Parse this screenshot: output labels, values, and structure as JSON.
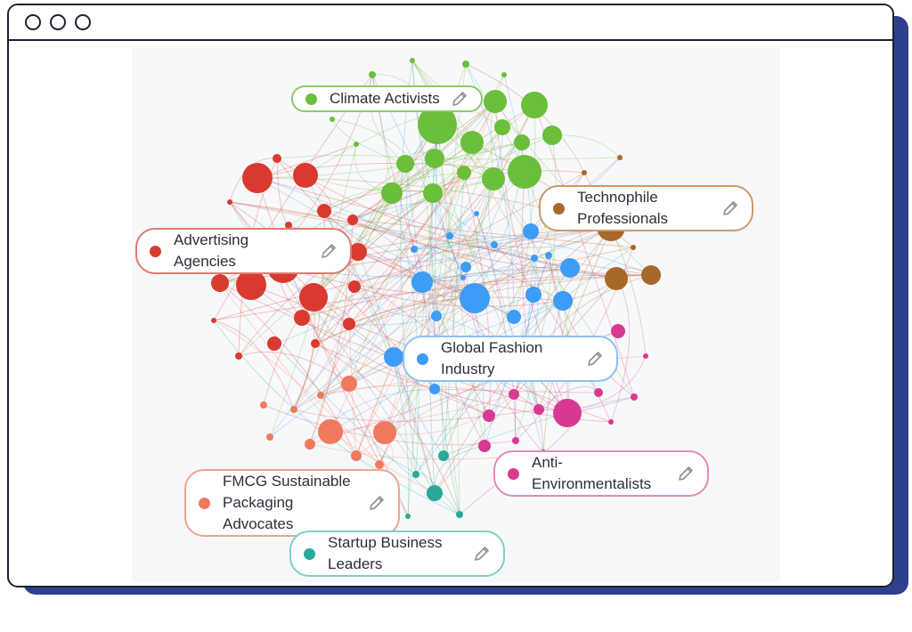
{
  "clusters": [
    {
      "id": "climate",
      "label": "Climate Activists",
      "color": "#6bbf3a",
      "border": "#8cc86a"
    },
    {
      "id": "techno",
      "label": "Technophile Professionals",
      "color": "#a8682a",
      "border": "#c99a6a"
    },
    {
      "id": "advertising",
      "label": "Advertising Agencies",
      "color": "#d93a30",
      "border": "#e07a74"
    },
    {
      "id": "fashion",
      "label": "Global Fashion Industry",
      "color": "#3d9cf5",
      "border": "#8fc0ee"
    },
    {
      "id": "anti",
      "label": "Anti-Environmentalists",
      "color": "#d83a92",
      "border": "#e58ab9"
    },
    {
      "id": "fmcg",
      "label": "FMCG Sustainable Packaging Advocates",
      "color": "#f07a5c",
      "border": "#f0a58e"
    },
    {
      "id": "startup",
      "label": "Startup Business Leaders",
      "color": "#2aa99a",
      "border": "#7fcfc4"
    }
  ],
  "labels": {
    "climate": "Climate Activists",
    "techno_line1": "Technophile",
    "techno_line2": "Professionals",
    "advertising_line1": "Advertising",
    "advertising_line2": "Agencies",
    "fashion_line1": "Global Fashion",
    "fashion_line2": "Industry",
    "anti_line1": "Anti-",
    "anti_line2": "Environmentalists",
    "fmcg_line1": "FMCG Sustainable",
    "fmcg_line2": "Packaging",
    "fmcg_line3": "Advocates",
    "startup_line1": "Startup Business",
    "startup_line2": "Leaders"
  },
  "icons": {
    "edit": "pencil-icon"
  }
}
